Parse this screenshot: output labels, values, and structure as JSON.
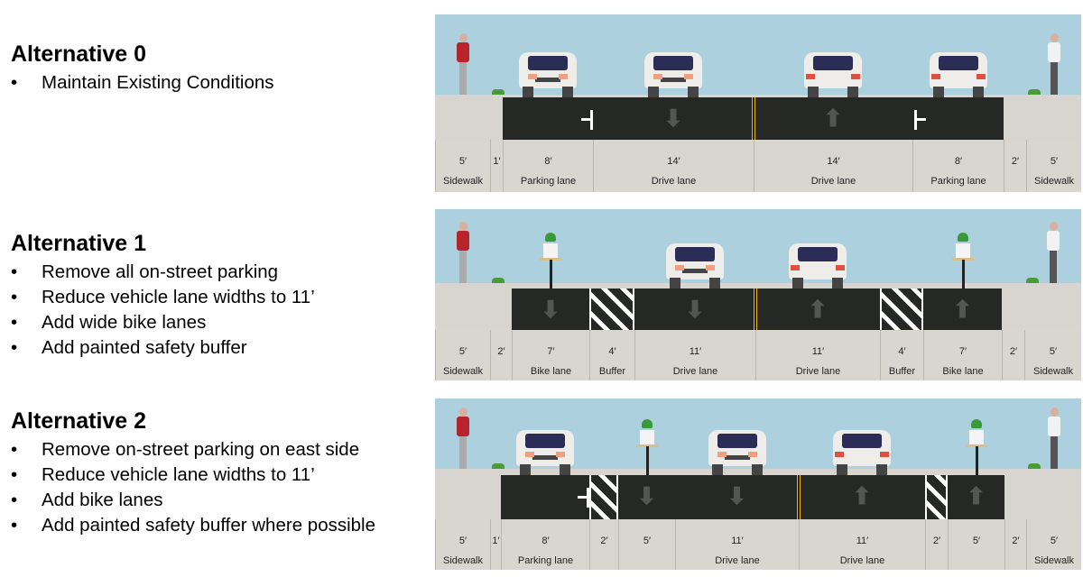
{
  "alternatives": [
    {
      "title": "Alternative 0",
      "bullets": [
        "Maintain Existing Conditions"
      ]
    },
    {
      "title": "Alternative 1",
      "bullets": [
        "Remove all on-street parking",
        "Reduce vehicle lane widths to 11’",
        "Add wide bike lanes",
        "Add painted safety buffer"
      ]
    },
    {
      "title": "Alternative 2",
      "bullets": [
        "Remove on-street parking on east side",
        "Reduce vehicle lane widths to 11’",
        "Add bike lanes",
        "Add painted safety buffer where possible"
      ]
    }
  ],
  "sections": [
    {
      "segments": [
        {
          "dim": "5′",
          "label": "Sidewalk",
          "icon": "person"
        },
        {
          "dim": "1′",
          "label": ""
        },
        {
          "dim": "8′",
          "label": "Parking lane",
          "icon": "car-front"
        },
        {
          "dim": "14′",
          "label": "Drive lane",
          "icon": "car-front",
          "arrow": "down"
        },
        {
          "dim": "14′",
          "label": "Drive lane",
          "icon": "car-rear",
          "arrow": "up"
        },
        {
          "dim": "8′",
          "label": "Parking lane",
          "icon": "car-rear"
        },
        {
          "dim": "2′",
          "label": ""
        },
        {
          "dim": "5′",
          "label": "Sidewalk",
          "icon": "person"
        }
      ]
    },
    {
      "segments": [
        {
          "dim": "5′",
          "label": "Sidewalk",
          "icon": "person"
        },
        {
          "dim": "2′",
          "label": ""
        },
        {
          "dim": "7′",
          "label": "Bike lane",
          "icon": "cyclist",
          "arrow": "down"
        },
        {
          "dim": "4′",
          "label": "Buffer"
        },
        {
          "dim": "11′",
          "label": "Drive lane",
          "icon": "car-front",
          "arrow": "down"
        },
        {
          "dim": "11′",
          "label": "Drive lane",
          "icon": "car-rear",
          "arrow": "up"
        },
        {
          "dim": "4′",
          "label": "Buffer"
        },
        {
          "dim": "7′",
          "label": "Bike lane",
          "icon": "cyclist",
          "arrow": "up"
        },
        {
          "dim": "2′",
          "label": ""
        },
        {
          "dim": "5′",
          "label": "Sidewalk",
          "icon": "person"
        }
      ]
    },
    {
      "segments": [
        {
          "dim": "5′",
          "label": "Sidewalk",
          "icon": "person"
        },
        {
          "dim": "1′",
          "label": ""
        },
        {
          "dim": "8′",
          "label": "Parking lane",
          "icon": "car-front"
        },
        {
          "dim": "2′",
          "label": ""
        },
        {
          "dim": "5′",
          "label": "",
          "icon": "cyclist",
          "arrow": "down"
        },
        {
          "dim": "11′",
          "label": "Drive lane",
          "icon": "car-front",
          "arrow": "down"
        },
        {
          "dim": "11′",
          "label": "Drive lane",
          "icon": "car-rear",
          "arrow": "up"
        },
        {
          "dim": "2′",
          "label": ""
        },
        {
          "dim": "5′",
          "label": "",
          "icon": "cyclist",
          "arrow": "up"
        },
        {
          "dim": "2′",
          "label": ""
        },
        {
          "dim": "5′",
          "label": "Sidewalk",
          "icon": "person"
        }
      ]
    }
  ]
}
